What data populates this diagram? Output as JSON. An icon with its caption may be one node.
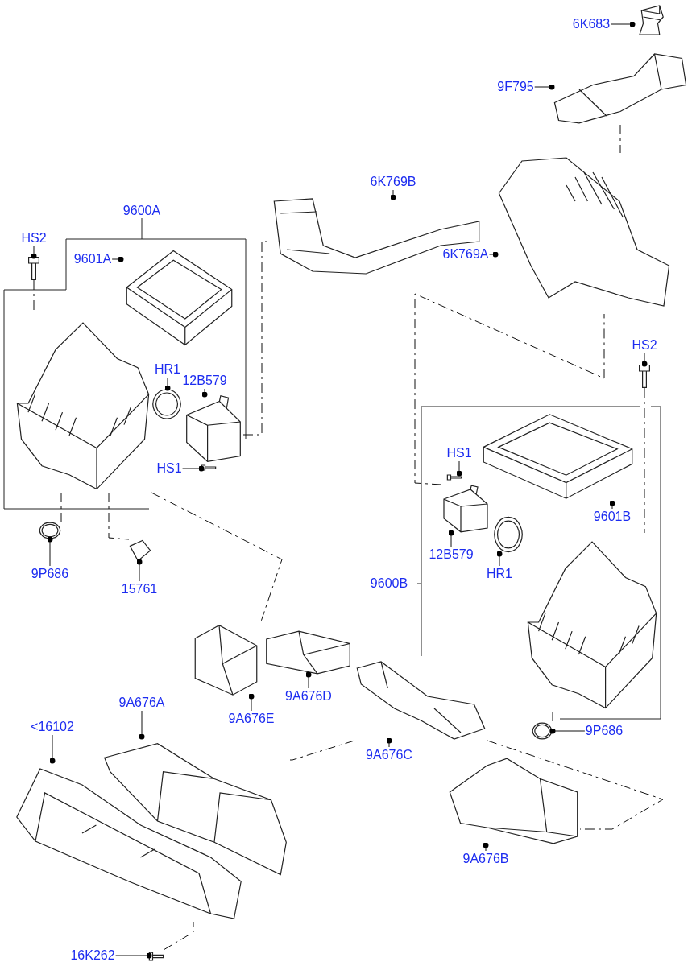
{
  "diagram": {
    "nodes": [
      {
        "text": [
          "6K683"
        ]
      },
      {
        "text": [],
        "shape": "picture"
      },
      {
        "text": [
          "9F795"
        ]
      },
      {
        "text": [],
        "shape": "picture"
      },
      {
        "text": [
          "6K769B"
        ]
      },
      {
        "text": [],
        "shape": "picture"
      },
      {
        "text": [
          "6K769A"
        ]
      },
      {
        "text": [],
        "shape": "picture"
      },
      {
        "text": [
          "HS2"
        ]
      },
      {
        "text": [],
        "shape": "picture"
      },
      {
        "text": [
          "9601A"
        ]
      },
      {
        "text": [],
        "shape": "picture"
      },
      {
        "text": [
          "HR1"
        ]
      },
      {
        "text": [],
        "shape": "circle"
      },
      {
        "text": [
          "12B579"
        ]
      },
      {
        "text": [],
        "shape": "picture"
      },
      {
        "text": [
          "HS1"
        ]
      },
      {
        "text": [],
        "shape": "picture"
      },
      {
        "text": [
          "9P686"
        ]
      },
      {
        "text": [],
        "shape": "circle"
      },
      {
        "text": [
          "15761"
        ]
      },
      {
        "text": [],
        "shape": "picture"
      },
      {
        "text": [
          "HS2"
        ]
      },
      {
        "text": [],
        "shape": "picture"
      },
      {
        "text": [
          "HS1"
        ]
      },
      {
        "text": [],
        "shape": "picture"
      },
      {
        "text": [
          "9601B"
        ]
      },
      {
        "text": [],
        "shape": "picture"
      },
      {
        "text": [
          "12B579"
        ]
      },
      {
        "text": [],
        "shape": "picture"
      },
      {
        "text": [
          "HR1"
        ]
      },
      {
        "text": [],
        "shape": "circle"
      },
      {
        "text": [
          "9P686"
        ]
      },
      {
        "text": [],
        "shape": "circle"
      },
      {
        "text": [
          "9A676E"
        ]
      },
      {
        "text": [],
        "shape": "picture"
      },
      {
        "text": [
          "9A676D"
        ]
      },
      {
        "text": [],
        "shape": "picture"
      },
      {
        "text": [
          "9A676C"
        ]
      },
      {
        "text": [],
        "shape": "picture"
      },
      {
        "text": [
          "9A676A"
        ]
      },
      {
        "text": [],
        "shape": "picture"
      },
      {
        "text": [
          "<16102"
        ]
      },
      {
        "text": [],
        "shape": "picture"
      },
      {
        "text": [
          "9A676B"
        ]
      },
      {
        "text": [],
        "shape": "picture"
      },
      {
        "text": [
          "16K262"
        ]
      },
      {
        "text": [],
        "shape": "picture"
      },
      {
        "text": [],
        "shape": "picture"
      },
      {
        "text": [],
        "shape": "picture"
      }
    ],
    "edges": [
      {
        "from": 0,
        "to": 1,
        "arrow": "other"
      },
      {
        "from": 2,
        "to": 3,
        "arrow": "other"
      },
      {
        "from": 4,
        "to": 5,
        "arrow": "other"
      },
      {
        "from": 6,
        "to": 7,
        "arrow": "other"
      },
      {
        "from": 8,
        "to": 9,
        "arrow": "other"
      },
      {
        "from": 10,
        "to": 11,
        "arrow": "other"
      },
      {
        "from": 12,
        "to": 13,
        "arrow": "other"
      },
      {
        "from": 14,
        "to": 15,
        "arrow": "other"
      },
      {
        "from": 16,
        "to": 17,
        "arrow": "other"
      },
      {
        "from": 18,
        "to": 19,
        "arrow": "other"
      },
      {
        "from": 20,
        "to": 21,
        "arrow": "other"
      },
      {
        "from": 22,
        "to": 23,
        "arrow": "other"
      },
      {
        "from": 24,
        "to": 25,
        "arrow": "other"
      },
      {
        "from": 26,
        "to": 27,
        "arrow": "other"
      },
      {
        "from": 28,
        "to": 29,
        "arrow": "other"
      },
      {
        "from": 30,
        "to": 31,
        "arrow": "other"
      },
      {
        "from": 32,
        "to": 33,
        "arrow": "other"
      },
      {
        "from": 34,
        "to": 35,
        "arrow": "other"
      },
      {
        "from": 36,
        "to": 37,
        "arrow": "other"
      },
      {
        "from": 38,
        "to": 39,
        "arrow": "other"
      },
      {
        "from": 40,
        "to": 41,
        "arrow": "other"
      },
      {
        "from": 42,
        "to": 43,
        "arrow": "other"
      },
      {
        "from": 44,
        "to": 45,
        "arrow": "other"
      },
      {
        "from": 46,
        "to": 47,
        "arrow": "other"
      },
      {
        "from": 3,
        "to": 7,
        "arrow": "none",
        "style": "dashed"
      },
      {
        "from": 9,
        "to": 48,
        "arrow": "none",
        "style": "dashed"
      },
      {
        "from": 48,
        "to": 19,
        "arrow": "none",
        "style": "dashed"
      },
      {
        "from": 48,
        "to": 21,
        "arrow": "none",
        "style": "dashed"
      },
      {
        "from": 15,
        "to": 5,
        "arrow": "none",
        "style": "dashed"
      },
      {
        "from": 48,
        "to": 35,
        "arrow": "none",
        "style": "dashed"
      },
      {
        "from": 39,
        "to": 41,
        "arrow": "none",
        "style": "dashed"
      },
      {
        "from": 23,
        "to": 49,
        "arrow": "none",
        "style": "dashed"
      },
      {
        "from": 49,
        "to": 33,
        "arrow": "none",
        "style": "dashed"
      },
      {
        "from": 29,
        "to": 7,
        "arrow": "none",
        "style": "dashed"
      },
      {
        "from": 39,
        "to": 45,
        "arrow": "none",
        "style": "dashed"
      },
      {
        "from": 47,
        "to": 43,
        "arrow": "none",
        "style": "dashed"
      }
    ],
    "labels": [
      "9600A",
      "9600B"
    ]
  }
}
